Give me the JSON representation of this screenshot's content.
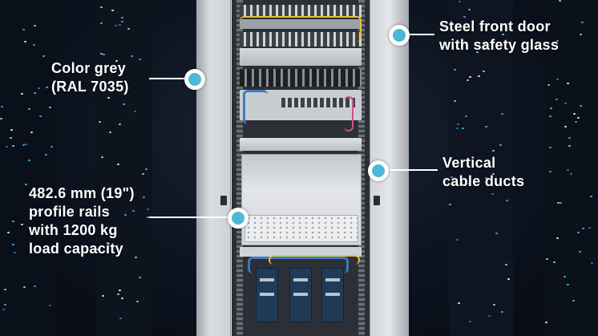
{
  "callouts": {
    "color": {
      "text": "Color grey\n(RAL 7035)"
    },
    "door": {
      "text": "Steel front door\nwith safety glass"
    },
    "ducts": {
      "text": "Vertical\ncable ducts"
    },
    "rails": {
      "text": "482.6 mm (19\")\nprofile rails\nwith 1200 kg\nload capacity"
    }
  },
  "colors": {
    "dot_fill": "#4db8d6",
    "leader_line": "#ffffff",
    "cabinet": "#e6e8ea",
    "background": "#0b1220"
  }
}
